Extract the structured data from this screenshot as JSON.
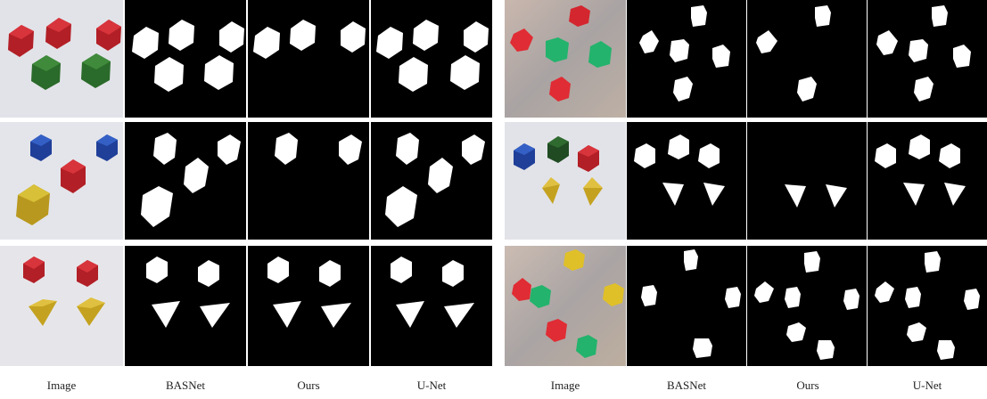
{
  "captions": {
    "left": [
      "Image",
      "BASNet",
      "Ours",
      "U-Net"
    ],
    "right": [
      "Image",
      "BASNet",
      "Ours",
      "U-Net"
    ]
  },
  "colors": {
    "mask_bg": "#000000",
    "mask_fg": "#ffffff",
    "table_light": "#e4e4e8",
    "table_metal": "#b8aaa0",
    "red": "#c4232c",
    "green": "#2f6f2c",
    "blue": "#2448a8",
    "yellow": "#d4b424",
    "bright_green": "#23b36c"
  }
}
